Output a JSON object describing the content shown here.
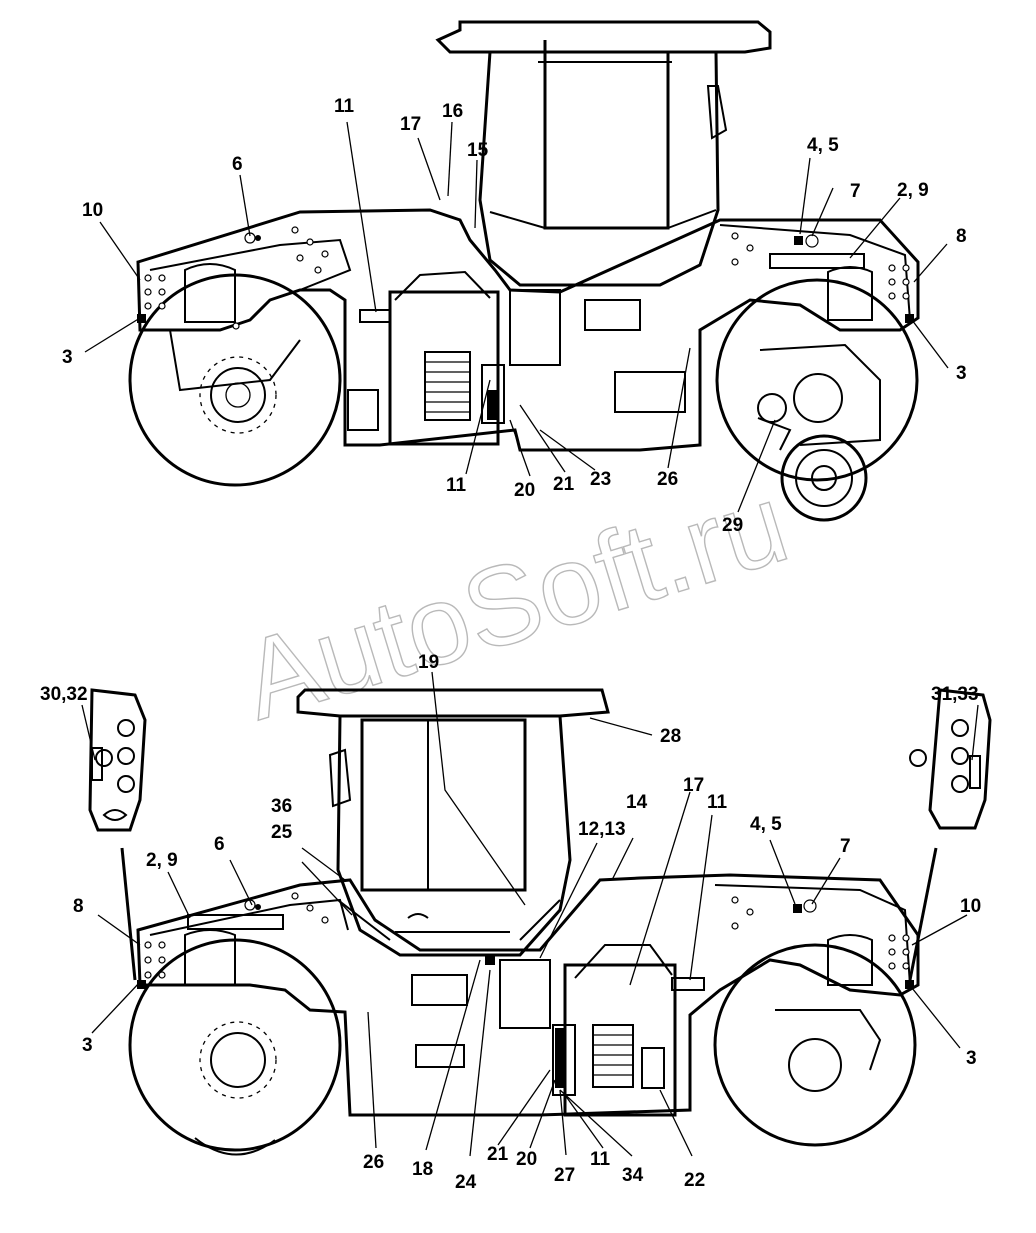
{
  "watermark": "AutoSoft.ru",
  "top_view": {
    "labels": [
      "11",
      "17",
      "16",
      "15",
      "6",
      "10",
      "3",
      "4, 5",
      "7",
      "2, 9",
      "8",
      "3",
      "11",
      "20",
      "21",
      "23",
      "26",
      "29"
    ]
  },
  "bottom_view": {
    "labels": [
      "19",
      "30,32",
      "31,33",
      "28",
      "36",
      "25",
      "6",
      "2, 9",
      "8",
      "3",
      "12,13",
      "14",
      "17",
      "11",
      "4, 5",
      "7",
      "10",
      "3",
      "26",
      "18",
      "24",
      "21",
      "20",
      "27",
      "11",
      "34",
      "22"
    ]
  }
}
